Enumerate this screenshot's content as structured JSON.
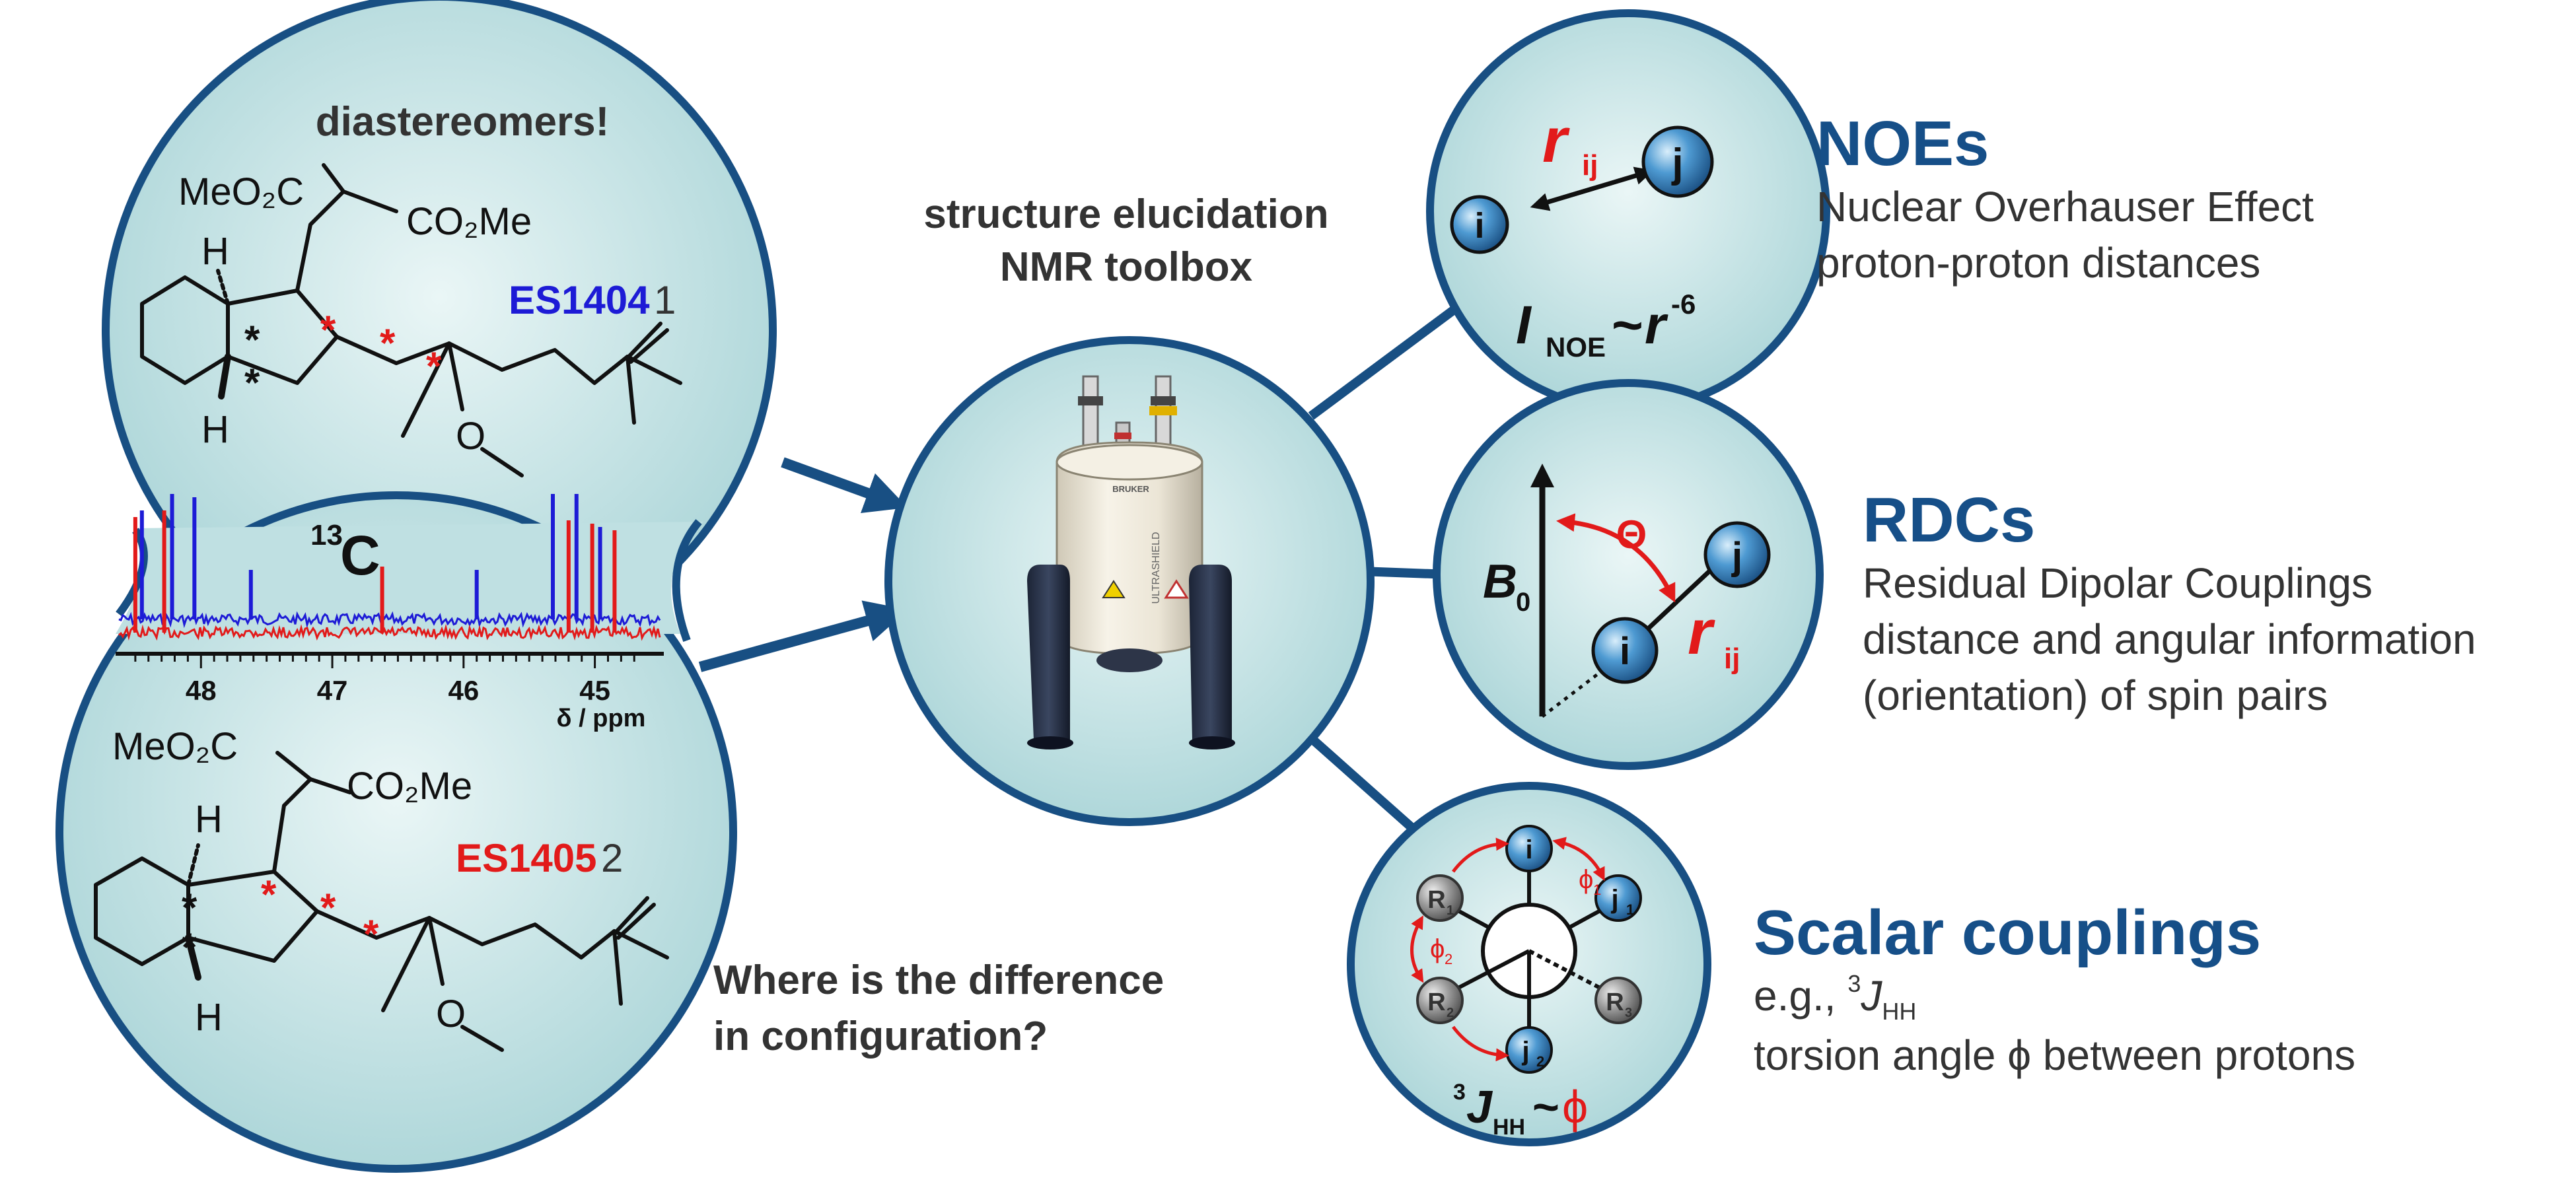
{
  "diastereomers_heading": "diastereomers!",
  "compound_top": {
    "substituent_left": "MeO₂C",
    "substituent_right": "CO₂Me",
    "h_top": "H",
    "h_bottom": "H",
    "methoxy": "O",
    "code": "ES1404",
    "number": "1"
  },
  "compound_bottom": {
    "substituent_left": "MeO₂C",
    "substituent_right": "CO₂Me",
    "h_top": "H",
    "h_bottom": "H",
    "methoxy": "O",
    "code": "ES1405",
    "number": "2"
  },
  "stereo_marker": "*",
  "spectrum": {
    "nucleus_mass": "13",
    "nucleus_symbol": "C",
    "ticks": [
      "48",
      "47",
      "46",
      "45"
    ],
    "axis_label": "δ / ppm"
  },
  "question": [
    "Where is the difference",
    "in configuration?"
  ],
  "center": {
    "title": [
      "structure elucidation",
      "NMR toolbox"
    ],
    "magnet_brand": "BRUKER",
    "magnet_model": "ULTRASHIELD"
  },
  "noe": {
    "heading": "NOEs",
    "lines": [
      "Nuclear Overhauser Effect",
      "proton-proton distances"
    ],
    "distance_symbol": "r",
    "distance_sub": "ij",
    "atom_i": "i",
    "atom_j": "j",
    "formula_i": "I",
    "formula_sub": "NOE",
    "formula_rel": "~",
    "formula_r": "r",
    "formula_exp": "-6"
  },
  "rdc": {
    "heading": "RDCs",
    "lines": [
      "Residual Dipolar Couplings",
      "distance and angular information",
      "(orientation) of spin pairs"
    ],
    "field_symbol": "B",
    "field_sub": "0",
    "angle_symbol": "Θ",
    "distance_symbol": "r",
    "distance_sub": "ij",
    "atom_i": "i",
    "atom_j": "j"
  },
  "scalar": {
    "heading": "Scalar couplings",
    "eg_prefix": "e.g., ",
    "eg_sup": "3",
    "eg_j": "J",
    "eg_sub": "HH",
    "line2": "torsion angle ϕ between protons",
    "atom_i": "i",
    "atom_j1": "j",
    "atom_j1_sub": "1",
    "atom_j2": "j",
    "atom_j2_sub": "2",
    "atom_r": "R",
    "atom_r1_sub": "1",
    "atom_r2_sub": "2",
    "atom_r3_sub": "3",
    "phi": "ϕ",
    "phi1_sub": "1",
    "phi2_sub": "2",
    "formula_sup": "3",
    "formula_j": "J",
    "formula_sub": "HH",
    "formula_rel": "~",
    "formula_phi": "ϕ"
  },
  "colors": {
    "bubble_fill": "#b6dcde",
    "bubble_stroke": "#184f83",
    "heading_blue": "#164f88",
    "es1404": "#1d1bd6",
    "es1405": "#e21a1a",
    "star_red": "#e21a1a",
    "spectrum_blue": "#1d1bd6",
    "spectrum_red": "#e21a1a"
  }
}
